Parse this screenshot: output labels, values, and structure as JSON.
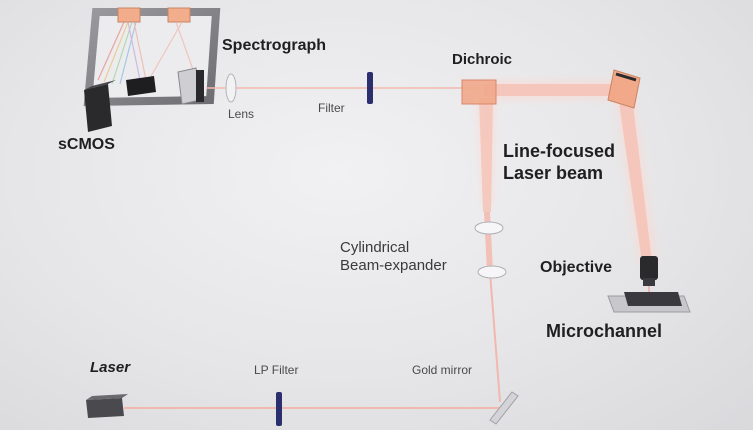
{
  "labels": {
    "spectrograph": "Spectrograph",
    "scmos": "sCMOS",
    "lens": "Lens",
    "filter": "Filter",
    "dichroic": "Dichroic",
    "line_focused_1": "Line-focused",
    "line_focused_2": "Laser beam",
    "cylindrical_1": "Cylindrical",
    "cylindrical_2": "Beam-expander",
    "objective": "Objective",
    "microchannel": "Microchannel",
    "laser": "Laser",
    "lp_filter": "LP Filter",
    "gold_mirror": "Gold mirror"
  },
  "colors": {
    "beam": "#f3b8ad",
    "beam_glow": "#fbd9d2",
    "dichroic": "#f1a98a",
    "filter": "#2b2f6e",
    "housing": "#8c8c90",
    "device": "#2a2a2d"
  }
}
